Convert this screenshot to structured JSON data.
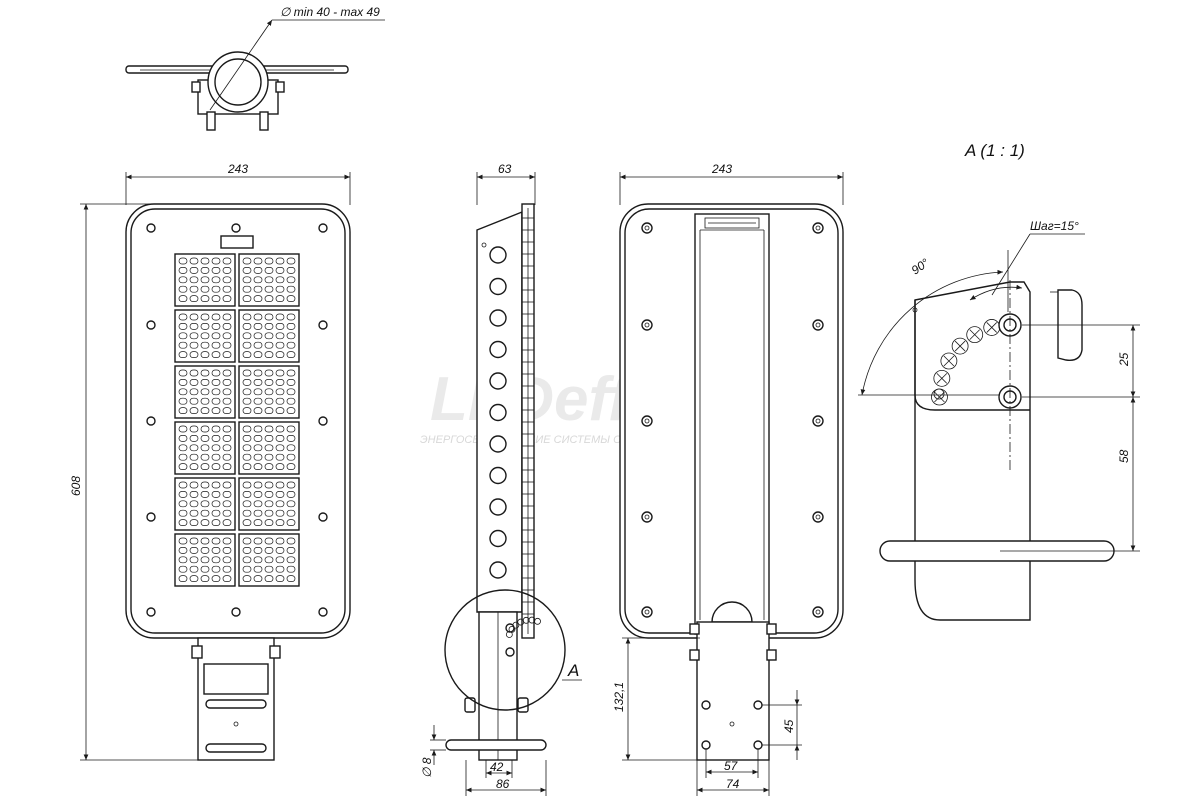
{
  "watermark": {
    "brand": "LEDeffect",
    "tagline": "ЭНЕРГОСБЕРЕГАЮЩИЕ СИСТЕМЫ ОСВЕЩЕНИЯ"
  },
  "top_view": {
    "diameter_label": "∅ min 40 - max 49"
  },
  "front_view": {
    "width_label": "243",
    "height_label": "608"
  },
  "side_view": {
    "depth_label": "63",
    "bracket_pipe_label": "∅ 8",
    "bracket_inner_label": "42",
    "bracket_outer_label": "86",
    "detail_callout": "A"
  },
  "back_view": {
    "width_label": "243",
    "bracket_height_label": "132,1",
    "hole_spacing_vertical": "45",
    "hole_spacing_inner": "57",
    "hole_spacing_outer": "74"
  },
  "detail_view": {
    "title": "A (1 : 1)",
    "step_label": "Шаг=15°",
    "angle_label": "90°",
    "dim_upper": "25",
    "dim_lower": "58"
  }
}
